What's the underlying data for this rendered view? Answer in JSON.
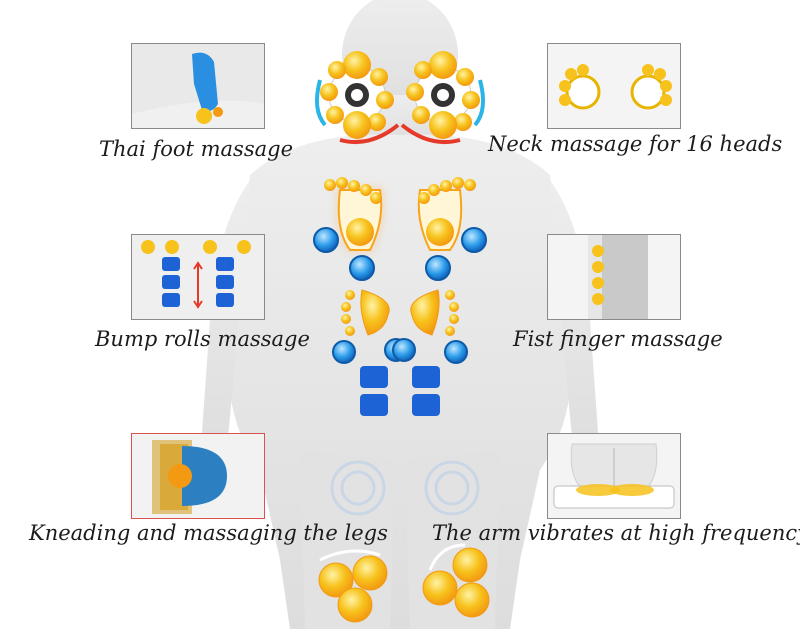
{
  "features": [
    {
      "id": "thai-foot",
      "label": "Thai foot massage"
    },
    {
      "id": "neck",
      "label": "Neck massage for 16 heads"
    },
    {
      "id": "bump-rolls",
      "label": "Bump rolls massage"
    },
    {
      "id": "fist-finger",
      "label": "Fist finger massage"
    },
    {
      "id": "legs",
      "label": "Kneading and massaging the legs"
    },
    {
      "id": "arm-vibration",
      "label": "The arm vibrates at high frequency"
    }
  ],
  "colors": {
    "node_yellow": "#f7c21b",
    "node_orange": "#f39a12",
    "node_blue": "#1f8fe0",
    "roller_blue": "#1e63d6",
    "arrow_red": "#e53a2a",
    "arrow_cyan": "#2bb5e6",
    "body_gray": "#e6e6e6"
  }
}
